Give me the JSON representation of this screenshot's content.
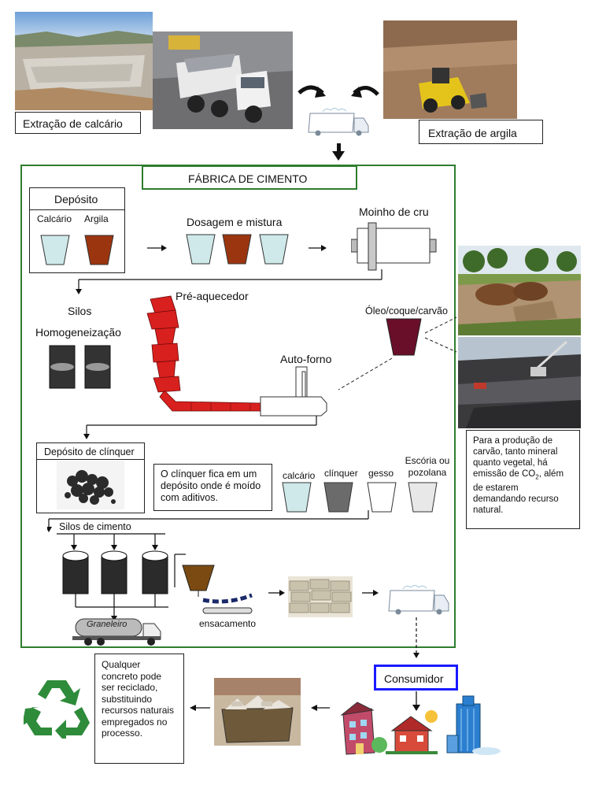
{
  "top": {
    "limestone_label": "Extração de calcário",
    "clay_label": "Extração de argila"
  },
  "factory": {
    "title": "FÁBRICA DE CIMENTO",
    "deposit": {
      "title": "Depósito",
      "limestone": "Calcário",
      "clay": "Argila"
    },
    "dosing_label": "Dosagem e mistura",
    "raw_mill_label": "Moinho de cru",
    "silos_label": "Silos",
    "homogenization_label": "Homogeneização",
    "preheater_label": "Pré-aquecedor",
    "furnace_label": "Auto-forno",
    "fuel_label": "Óleo/coque/carvão",
    "clinker_deposit_label": "Depósito de clínquer",
    "clinker_note": "O clínquer fica em um depósito onde é moído com aditivos.",
    "additives": [
      "calcário",
      "clínquer",
      "gesso",
      "Escória ou pozolana"
    ],
    "cement_silos_label": "Silos de cimento",
    "truck_label": "Graneleiro",
    "bagging_label": "ensacamento"
  },
  "side_note": {
    "line1": "Para a produção de carvão, tanto mineral quanto vegetal, há emissão de CO",
    "subscript": "2",
    "line2": ", além de estarem demandando recurso natural."
  },
  "bottom": {
    "consumer_label": "Consumidor",
    "recycle_note": "Qualquer concreto pode ser reciclado, substituindo recursos naturais empregados no processo."
  },
  "colors": {
    "factory_border": "#2e7d2e",
    "consumer_border": "#1a1aff",
    "limestone": "#cfe9ea",
    "clay": "#9b3510",
    "fuel": "#6a0f2a",
    "clinker": "#6b6b6b",
    "preheater": "#d8201e",
    "recycle": "#2e8b3a"
  }
}
